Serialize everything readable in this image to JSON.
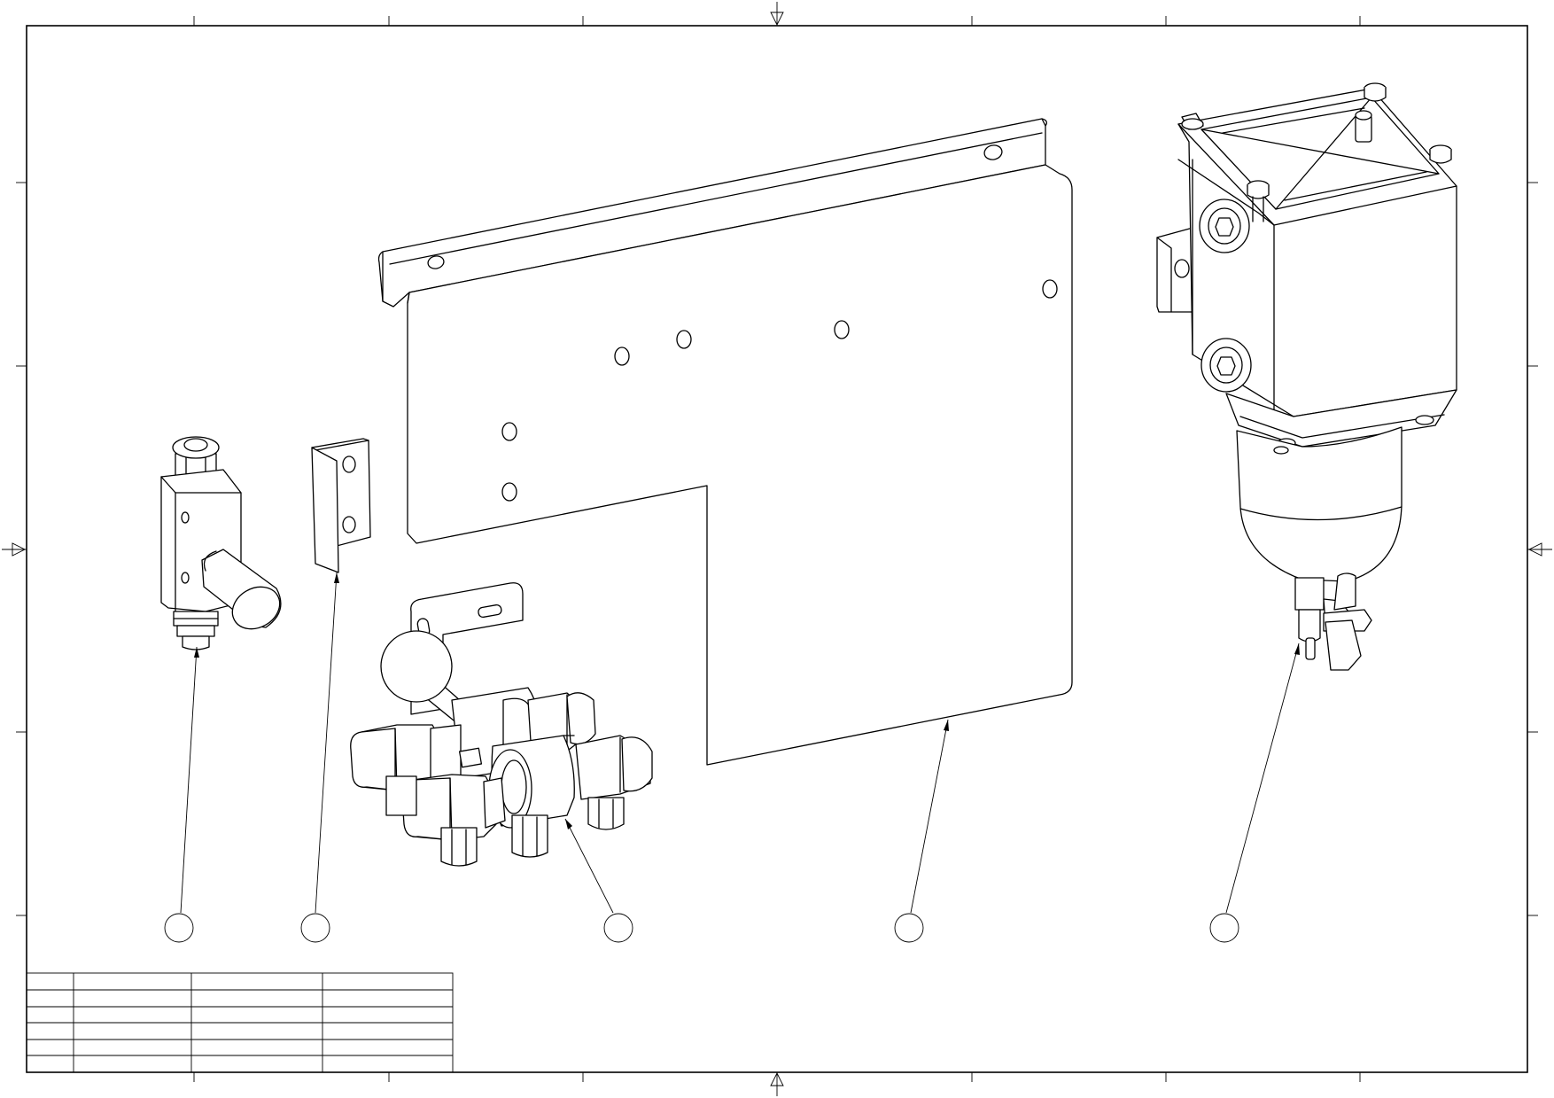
{
  "drawing": {
    "type": "exploded assembly view",
    "balloon_count": 5,
    "parts_table_rows": 6,
    "parts_table_columns": 4
  }
}
